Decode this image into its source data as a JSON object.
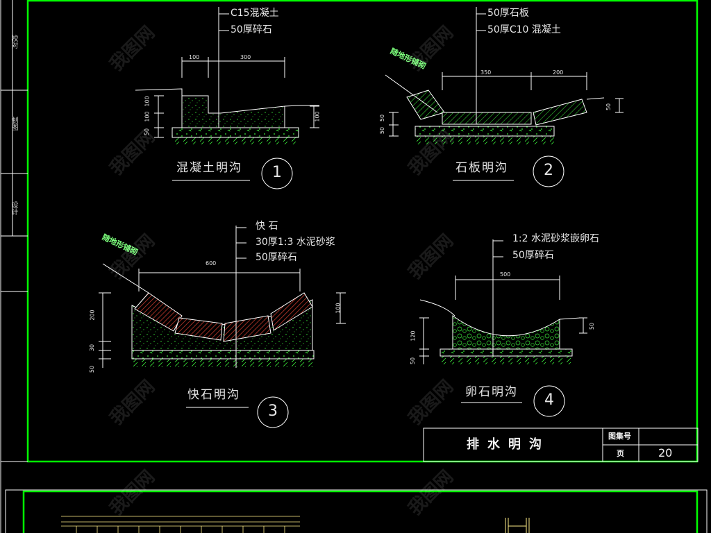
{
  "side_labels": [
    "校对",
    "制图",
    "设计"
  ],
  "details": [
    {
      "layers": [
        "C15混凝土",
        "50厚碎石"
      ],
      "dims": [
        "100",
        "300",
        "100",
        "100",
        "50",
        "100"
      ],
      "caption": "混凝土明沟",
      "number": "1"
    },
    {
      "layers": [
        "50厚石板",
        "50厚C10 混凝土"
      ],
      "dims": [
        "350",
        "200",
        "50",
        "50",
        "50"
      ],
      "slope_label": "随地形铺砌",
      "caption": "石板明沟",
      "number": "2"
    },
    {
      "layers": [
        "快    石",
        "30厚1:3  水泥砂浆",
        "50厚碎石"
      ],
      "dims": [
        "600",
        "200",
        "100",
        "30",
        "50"
      ],
      "slope_label": "随地形铺砌",
      "caption": "快石明沟",
      "number": "3"
    },
    {
      "layers": [
        "1:2 水泥砂浆嵌卵石",
        "50厚碎石"
      ],
      "dims": [
        "500",
        "120",
        "50",
        "50"
      ],
      "caption": "卵石明沟",
      "number": "4"
    }
  ],
  "title_block": {
    "title": "排水明沟",
    "set_label": "图集号",
    "page_label": "页",
    "page_value": "20"
  },
  "watermark": "我图网",
  "colors": {
    "background": "#000000",
    "frame": "#00ff00",
    "linework": "#ffffff",
    "hatch_fill": "#c0392b",
    "arrow_text": "#7cff7c"
  }
}
